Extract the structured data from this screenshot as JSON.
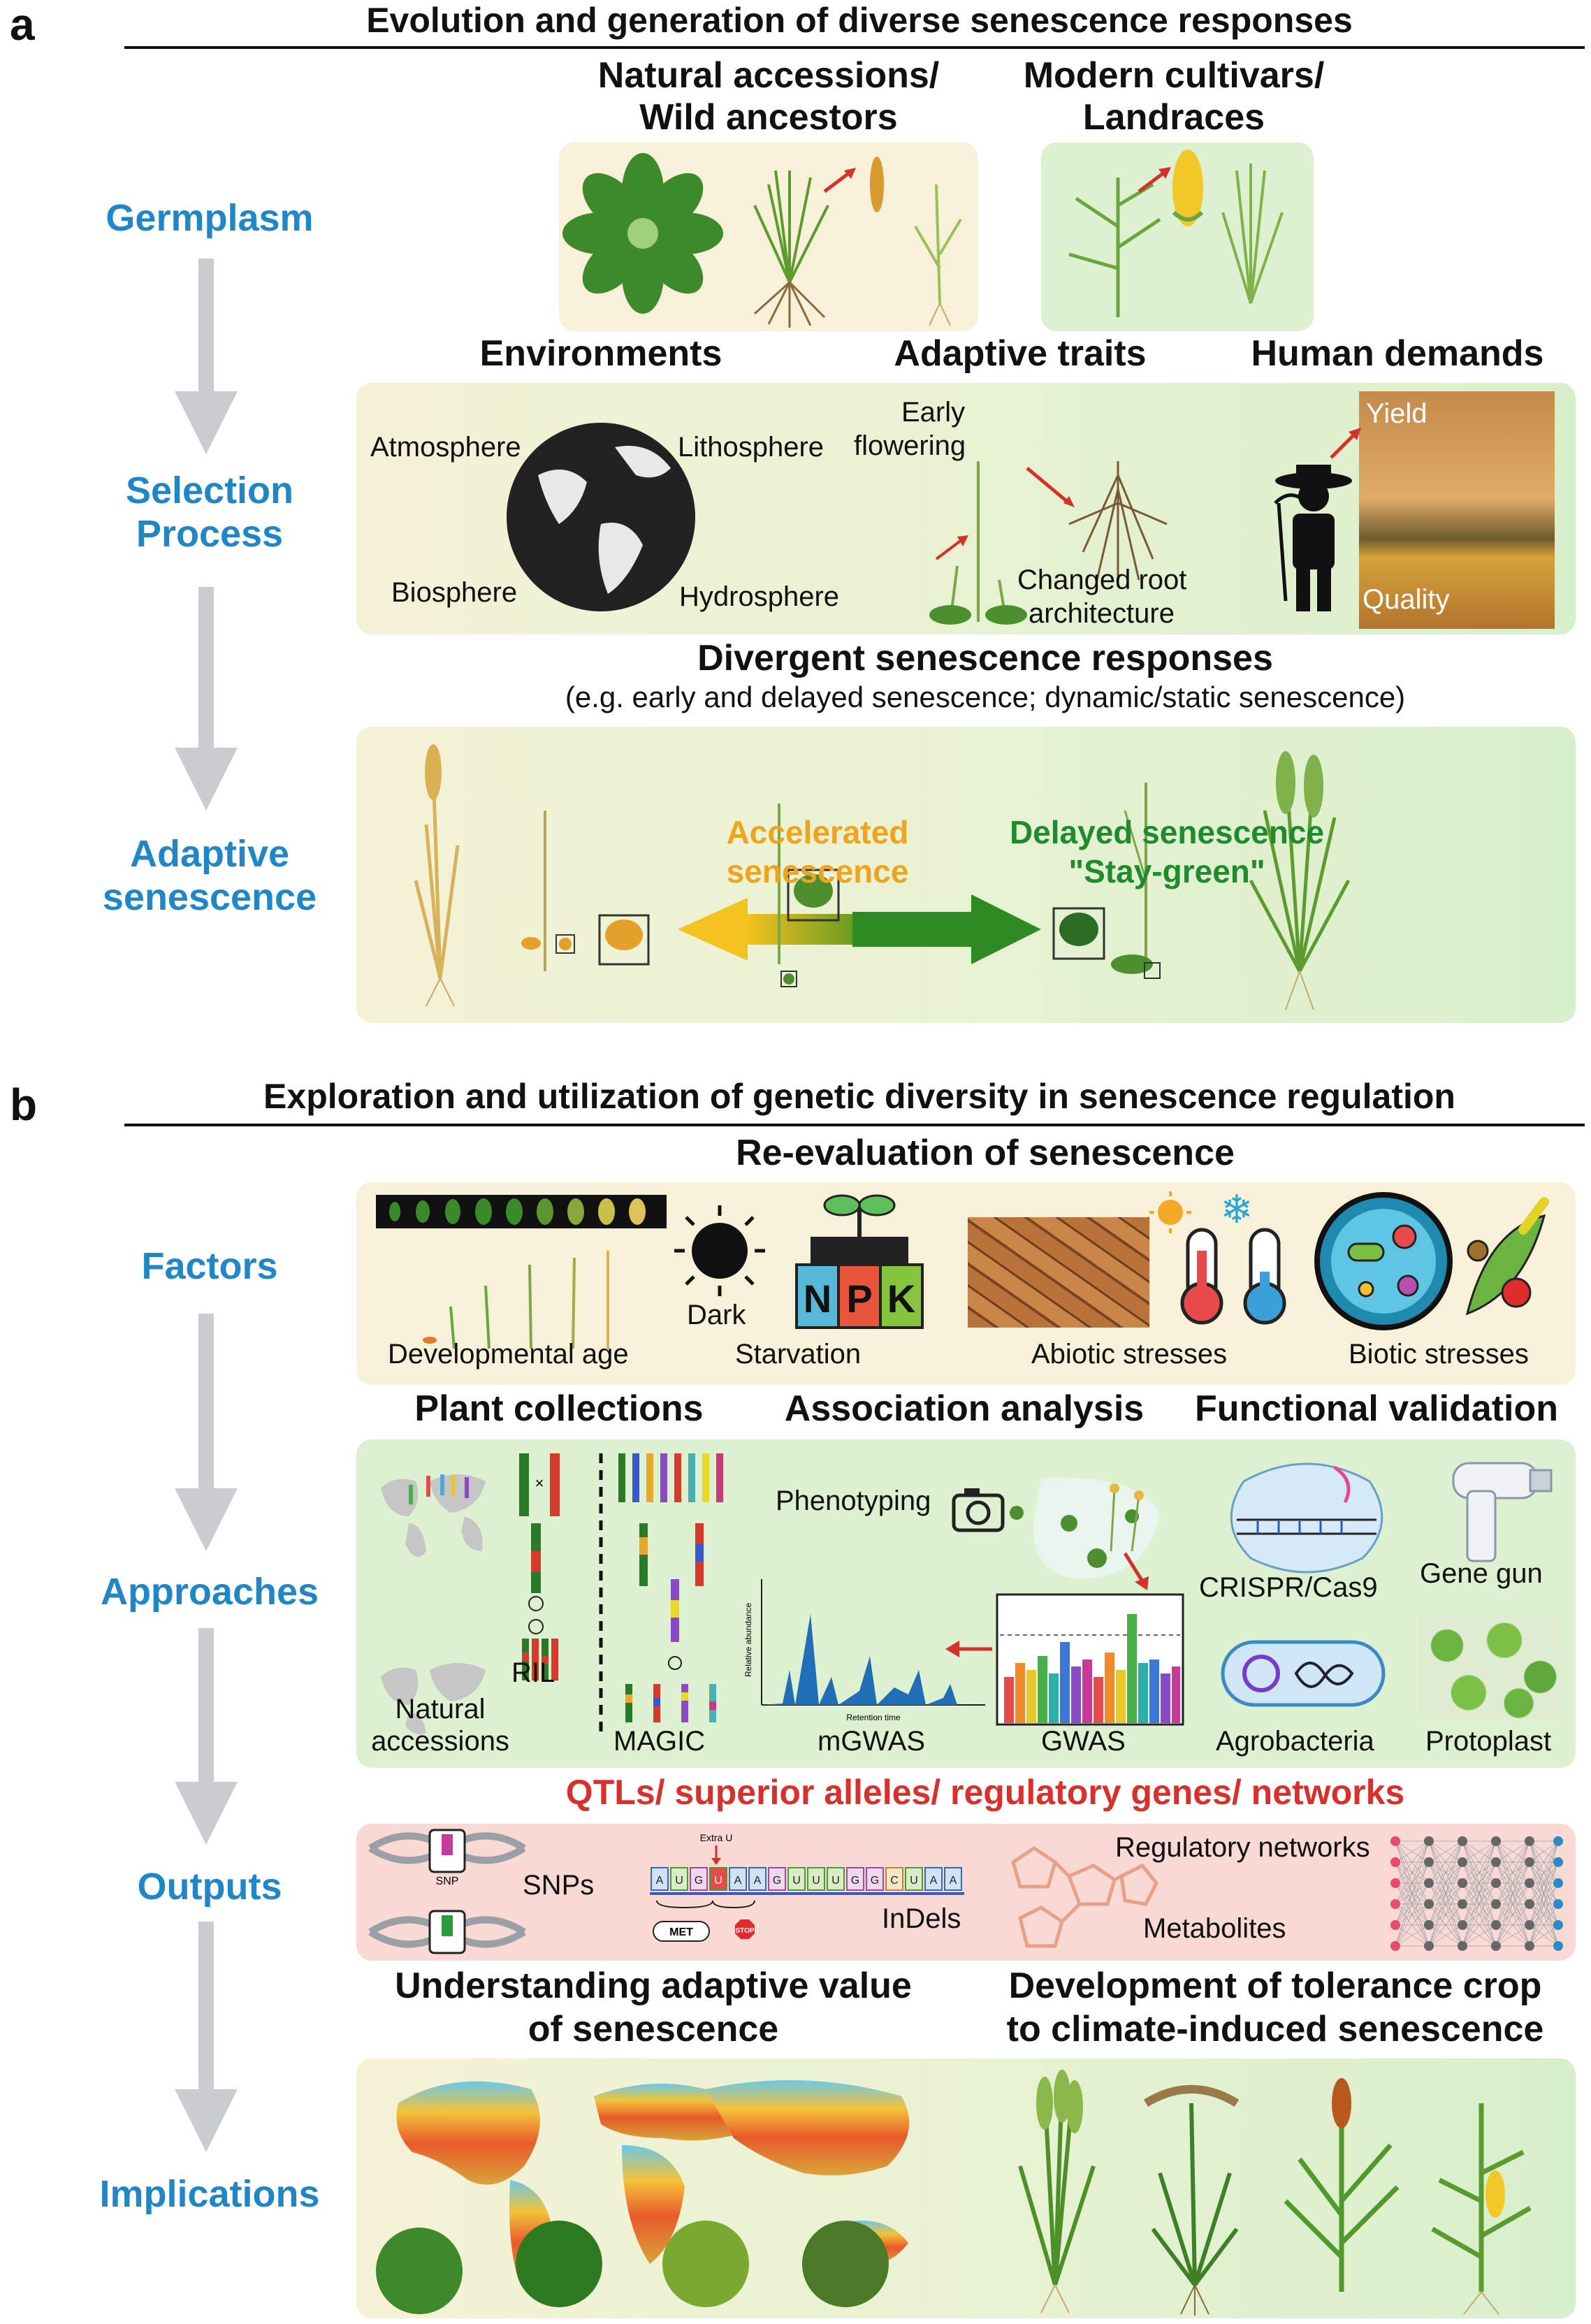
{
  "panel_a": {
    "letter": "a",
    "title": "Evolution and generation of diverse senescence responses",
    "stages": {
      "germplasm": "Germplasm",
      "selection_line1": "Selection",
      "selection_line2": "Process",
      "adaptive_line1": "Adaptive",
      "adaptive_line2": "senescence"
    },
    "germplasm": {
      "natural_line1": "Natural accessions/",
      "natural_line2": "Wild ancestors",
      "modern_line1": "Modern cultivars/",
      "modern_line2": "Landraces"
    },
    "selection": {
      "environments": "Environments",
      "adaptive_traits": "Adaptive traits",
      "human_demands": "Human demands",
      "atmosphere": "Atmosphere",
      "lithosphere": "Lithosphere",
      "biosphere": "Biosphere",
      "hydrosphere": "Hydrosphere",
      "early_line1": "Early",
      "early_line2": "flowering",
      "root_line1": "Changed root",
      "root_line2": "architecture",
      "yield": "Yield",
      "quality": "Quality"
    },
    "divergent": {
      "title": "Divergent senescence responses",
      "subtitle": "(e.g. early and delayed senescence; dynamic/static senescence)",
      "accelerated_line1": "Accelerated",
      "accelerated_line2": "senescence",
      "delayed_line1": "Delayed senescence",
      "delayed_line2": "\"Stay-green\""
    }
  },
  "panel_b": {
    "letter": "b",
    "title": "Exploration and utilization of genetic diversity in senescence regulation",
    "stages": {
      "factors": "Factors",
      "approaches": "Approaches",
      "outputs": "Outputs",
      "implications": "Implications"
    },
    "factors": {
      "title": "Re-evaluation of senescence",
      "developmental_age": "Developmental age",
      "dark": "Dark",
      "starvation": "Starvation",
      "abiotic": "Abiotic stresses",
      "biotic": "Biotic stresses",
      "npk": [
        "N",
        "P",
        "K"
      ]
    },
    "approaches": {
      "plant_collections": "Plant collections",
      "association": "Association analysis",
      "functional": "Functional validation",
      "natural_line1": "Natural",
      "natural_line2": "accessions",
      "ril": "RIL",
      "magic": "MAGIC",
      "phenotyping": "Phenotyping",
      "mgwas": "mGWAS",
      "gwas": "GWAS",
      "crispr": "CRISPR/Cas9",
      "gene_gun": "Gene gun",
      "agrobacteria": "Agrobacteria",
      "protoplast": "Protoplast",
      "relative_abundance": "Relative abundance",
      "retention_time": "Retention time"
    },
    "outputs": {
      "title": "QTLs/ superior alleles/ regulatory genes/ networks",
      "snps": "SNPs",
      "snp_small": "SNP",
      "indels": "InDels",
      "extra_u": "Extra U",
      "met": "MET",
      "stop": "STOP",
      "metabolites": "Metabolites",
      "regulatory_networks": "Regulatory networks",
      "sequence": [
        "A",
        "U",
        "G",
        "U",
        "A",
        "A",
        "G",
        "U",
        "U",
        "U",
        "G",
        "G",
        "C",
        "U",
        "A",
        "A"
      ]
    },
    "implications": {
      "understanding_line1": "Understanding adaptive value",
      "understanding_line2": "of senescence",
      "development_line1": "Development of tolerance crop",
      "development_line2": "to climate-induced senescence"
    }
  },
  "colors": {
    "stage_blue": "#1f87c8",
    "accelerated_orange": "#f0a31c",
    "delayed_green": "#1f8a2e",
    "outputs_red": "#d9302c"
  }
}
